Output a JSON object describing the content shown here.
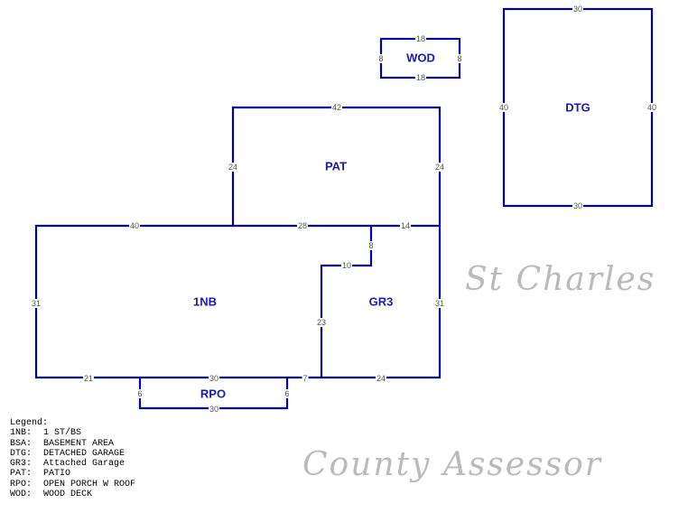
{
  "areas": {
    "PAT": "PAT",
    "WOD": "WOD",
    "DTG": "DTG",
    "1NB": "1NB",
    "GR3": "GR3",
    "RPO": "RPO"
  },
  "dims": {
    "wod_top": "18",
    "wod_bottom": "18",
    "wod_left": "8",
    "wod_right": "8",
    "dtg_top": "30",
    "dtg_bottom": "30",
    "dtg_left": "40",
    "dtg_right": "40",
    "pat_top": "42",
    "pat_left": "24",
    "pat_right": "24",
    "house_top_left": "40",
    "house_top_mid": "28",
    "house_top_right": "14",
    "house_left": "31",
    "house_right": "31",
    "house_bottom_left": "21",
    "house_bottom_mid": "30",
    "house_bottom_7": "7",
    "house_bottom_right": "24",
    "gr3_step_v": "8",
    "gr3_step_h": "10",
    "gr3_inner_v": "23",
    "rpo_left": "6",
    "rpo_right": "6",
    "rpo_bottom": "30"
  },
  "watermark": {
    "line1": "St Charles",
    "line2": "County Assessor"
  },
  "legend": {
    "title": "Legend:",
    "items": [
      {
        "code": "1NB:",
        "desc": "1 ST/BS"
      },
      {
        "code": "BSA:",
        "desc": "BASEMENT AREA"
      },
      {
        "code": "DTG:",
        "desc": "DETACHED GARAGE"
      },
      {
        "code": "GR3:",
        "desc": "Attached Garage"
      },
      {
        "code": "PAT:",
        "desc": "PATIO"
      },
      {
        "code": "RPO:",
        "desc": "OPEN PORCH W ROOF"
      },
      {
        "code": "WOD:",
        "desc": "WOOD DECK"
      }
    ]
  }
}
